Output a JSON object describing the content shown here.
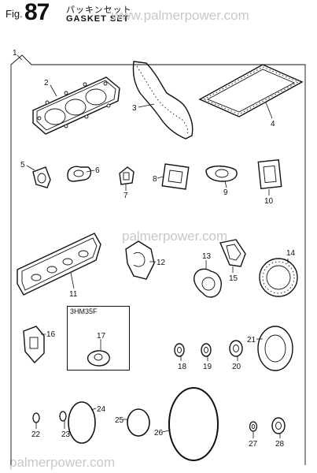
{
  "header": {
    "fig_label": "Fig.",
    "fig_number": "87",
    "title_jp": "パッキンセット",
    "title_en": "GASKET SET"
  },
  "watermarks": [
    "www.palmerpower.com",
    "palmerpower.com",
    "palmerpower.com"
  ],
  "variant_box_label": "3HM35F",
  "callouts": {
    "p1": "1",
    "p2": "2",
    "p3": "3",
    "p4": "4",
    "p5": "5",
    "p6": "6",
    "p7": "7",
    "p8": "8",
    "p9": "9",
    "p10": "10",
    "p11": "11",
    "p12": "12",
    "p13": "13",
    "p14": "14",
    "p15": "15",
    "p16": "16",
    "p17": "17",
    "p18": "18",
    "p19": "19",
    "p20": "20",
    "p21": "21",
    "p22": "22",
    "p23": "23",
    "p24": "24",
    "p25": "25",
    "p26": "26",
    "p27": "27",
    "p28": "28"
  }
}
